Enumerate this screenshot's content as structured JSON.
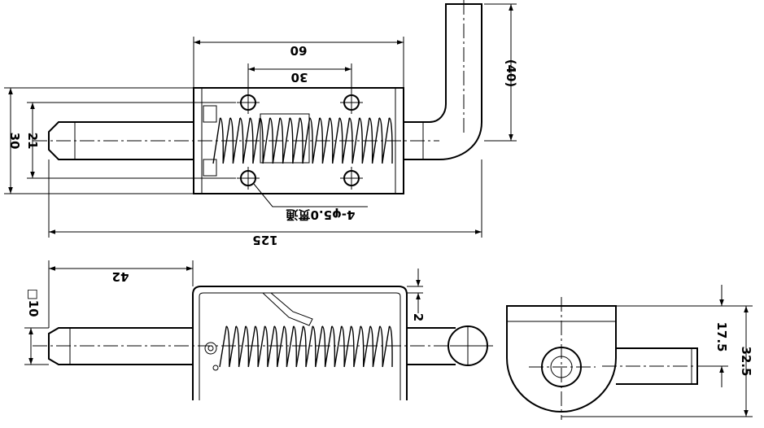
{
  "top_view": {
    "dim_length_total": "125",
    "dim_body_length": "60",
    "dim_hole_spacing": "30",
    "dim_bend_height": "(40)",
    "dim_outer_width": "30",
    "dim_hole_width": "21",
    "hole_callout": "4-φ5.0贯通"
  },
  "front_view": {
    "dim_pin_offset": "42",
    "dim_pin_square": "□10",
    "dim_plate_thickness": "2"
  },
  "side_view": {
    "dim_center_height": "17.5",
    "dim_total_height": "32.5"
  }
}
